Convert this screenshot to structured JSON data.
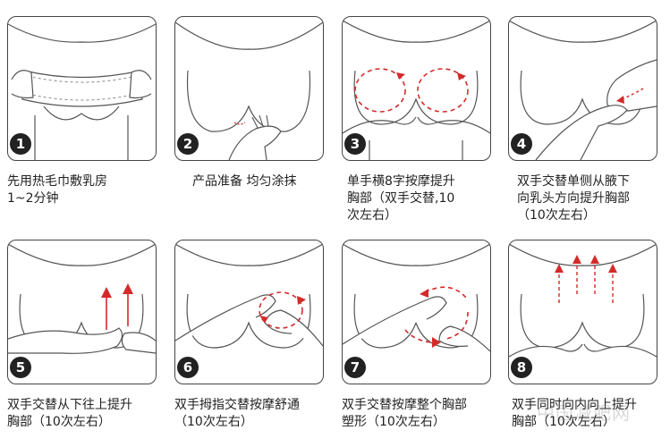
{
  "steps": [
    {
      "number": "1",
      "caption": "先用热毛巾敷乳房\n1~2分钟"
    },
    {
      "number": "2",
      "caption": "产品准备 均匀涂抹"
    },
    {
      "number": "3",
      "caption": "单手横8字按摩提升\n胸部（双手交替,10\n次左右）"
    },
    {
      "number": "4",
      "caption": "双手交替单侧从腋下\n向乳头方向提升胸部\n（10次左右）"
    },
    {
      "number": "5",
      "caption": "双手交替从下往上提升\n胸部（10次左右）"
    },
    {
      "number": "6",
      "caption": "双手拇指交替按摩舒通\n（10次左右）"
    },
    {
      "number": "7",
      "caption": "双手交替按摩整个胸部\n塑形（10次左右）"
    },
    {
      "number": "8",
      "caption": "双手同时向内向上提升\n胸部（10次左右）"
    }
  ],
  "colors": {
    "arrow": "#d42a2a",
    "line": "#555555",
    "badge": "#222222"
  },
  "watermark": "中国减肥网"
}
